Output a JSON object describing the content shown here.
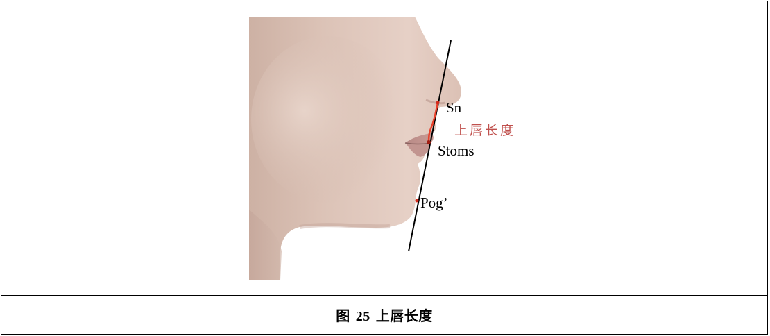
{
  "figure": {
    "labels": {
      "sn": "Sn",
      "upper_lip_length": "上唇长度",
      "stoms": "Stoms",
      "pog": "Pog’"
    },
    "caption": {
      "prefix": "图",
      "number": "25",
      "title": "上唇长度"
    },
    "colors": {
      "measure_line": "#e8402a",
      "annotation_text": "#c0504d",
      "reference_line": "#000000",
      "landmark_point": "#d42a1c"
    },
    "icons": [
      "face-profile-image"
    ]
  }
}
